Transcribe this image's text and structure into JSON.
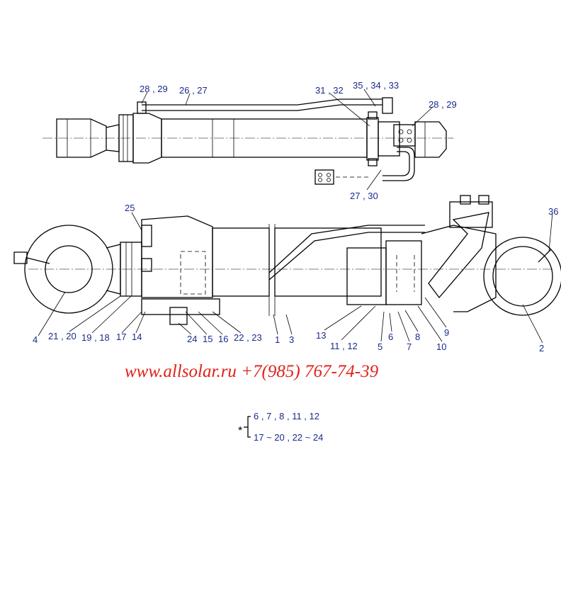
{
  "labels": {
    "top_28_29_left": "28 , 29",
    "top_26_27": "26 , 27",
    "top_31_32": "31 , 32",
    "top_35_34_33": "35 , 34 , 33",
    "top_28_29_right": "28 , 29",
    "top_27_30": "27 , 30",
    "l25": "25",
    "l36": "36",
    "l4": "4",
    "l21_20": "21 , 20",
    "l19_18": "19 , 18",
    "l17": "17",
    "l14": "14",
    "l24": "24",
    "l15": "15",
    "l16": "16",
    "l22_23": "22 , 23",
    "l1": "1",
    "l3": "3",
    "l13": "13",
    "l11_12": "11 , 12",
    "l5": "5",
    "l6": "6",
    "l7": "7",
    "l8": "8",
    "l9": "9",
    "l10": "10",
    "l2": "2"
  },
  "watermark": "www.allsolar.ru +7(985) 767-74-39",
  "note": {
    "star": "*",
    "line1": "6 , 7 , 8 , 11 , 12",
    "line2": "17 ~ 20 , 22 ~ 24"
  }
}
